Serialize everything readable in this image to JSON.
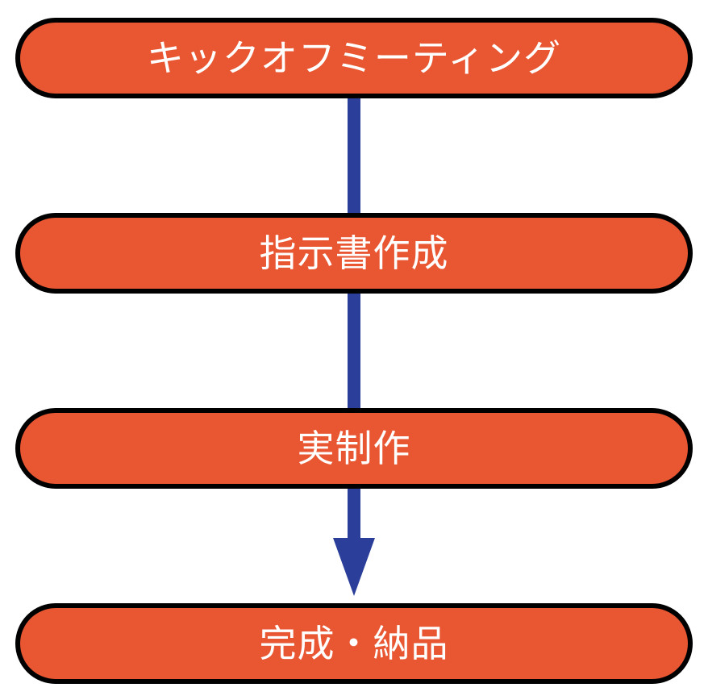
{
  "flow": {
    "steps": [
      {
        "label": "キックオフミーティング"
      },
      {
        "label": "指示書作成"
      },
      {
        "label": "実制作"
      },
      {
        "label": "完成・納品"
      }
    ]
  },
  "colors": {
    "step_fill": "#e95632",
    "step_border": "#000000",
    "step_text": "#ffffff",
    "connector": "#2b3f9a"
  }
}
